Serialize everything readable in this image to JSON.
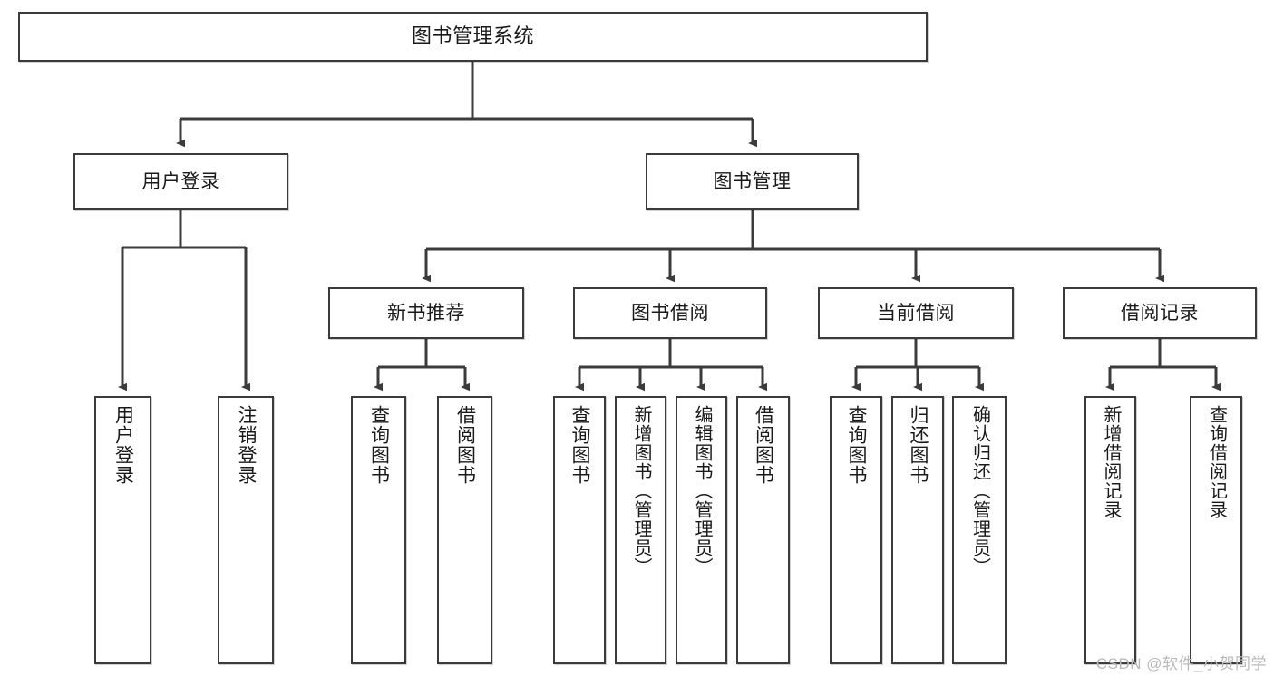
{
  "diagram": {
    "title": "图书管理系统",
    "type": "tree",
    "watermark": "CSDN @软件_小贺同学",
    "colors": {
      "box_border": "#3b3b3b",
      "box_fill": "#ffffff",
      "connector": "#3b3b3b",
      "text": "#1a1a1a",
      "watermark": "#b9b9b9"
    },
    "nodes": {
      "root": {
        "label": "图书管理系统"
      },
      "level2": [
        {
          "id": "user-login",
          "label": "用户登录"
        },
        {
          "id": "book-manage",
          "label": "图书管理"
        }
      ],
      "level3": [
        {
          "id": "new-book-recommend",
          "label": "新书推荐"
        },
        {
          "id": "book-borrow",
          "label": "图书借阅"
        },
        {
          "id": "current-borrow",
          "label": "当前借阅"
        },
        {
          "id": "borrow-record",
          "label": "借阅记录"
        }
      ],
      "leaves": {
        "user_login": [
          {
            "id": "leaf-user-login",
            "label": "用户登录"
          },
          {
            "id": "leaf-logout-login",
            "label": "注销登录"
          }
        ],
        "new_book_recommend": [
          {
            "id": "leaf-query-book-1",
            "label": "查询图书"
          },
          {
            "id": "leaf-borrow-book-1",
            "label": "借阅图书"
          }
        ],
        "book_borrow": [
          {
            "id": "leaf-query-book-2",
            "label": "查询图书"
          },
          {
            "id": "leaf-add-book",
            "label": "新增图书（管理员）"
          },
          {
            "id": "leaf-edit-book",
            "label": "编辑图书（管理员）"
          },
          {
            "id": "leaf-borrow-book-2",
            "label": "借阅图书"
          }
        ],
        "current_borrow": [
          {
            "id": "leaf-query-book-3",
            "label": "查询图书"
          },
          {
            "id": "leaf-return-book",
            "label": "归还图书"
          },
          {
            "id": "leaf-confirm-return",
            "label": "确认归还（管理员）"
          }
        ],
        "borrow_record": [
          {
            "id": "leaf-add-record",
            "label": "新增借阅记录"
          },
          {
            "id": "leaf-query-record",
            "label": "查询借阅记录"
          }
        ]
      }
    }
  }
}
